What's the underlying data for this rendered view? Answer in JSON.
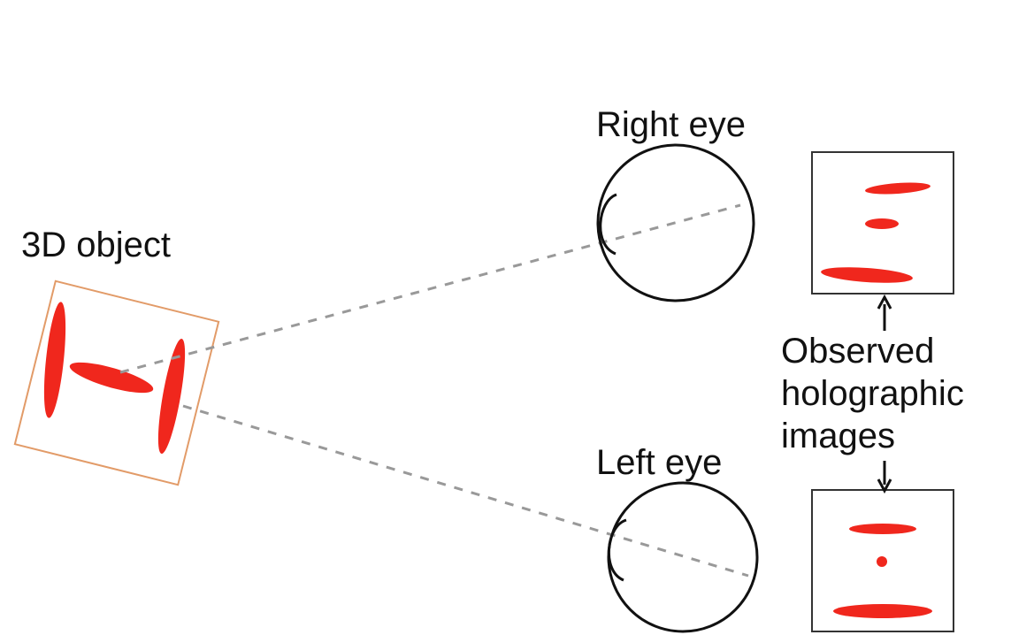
{
  "labels": {
    "object": "3D object",
    "right_eye": "Right eye",
    "left_eye": "Left eye",
    "observed_lines": [
      "Observed",
      "holographic",
      "images"
    ]
  },
  "colors": {
    "ellipse_fill": "#f0271d",
    "object_frame": "#e29b68",
    "line": "#999999",
    "eye_stroke": "#111111",
    "box_stroke": "#333333"
  },
  "icons": {
    "eye": "eye-icon",
    "arrow": "arrow-icon"
  }
}
